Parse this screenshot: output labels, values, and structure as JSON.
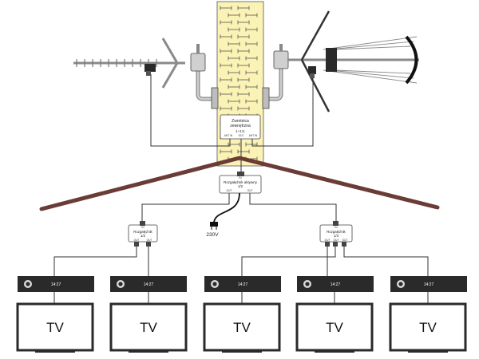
{
  "combiner": {
    "title_line1": "Zwrotnica",
    "title_line2": "zewnętrzna",
    "ratio": "1+1/1",
    "port_left": "ANT IN",
    "port_mid": "OUT",
    "port_right": "ANT IN"
  },
  "active_splitter": {
    "label": "Rozgałęźnik aktywny",
    "ratio": "1/2",
    "port_in": "IN",
    "port_out_left": "OUT",
    "port_out_right": "OUT"
  },
  "left_splitter": {
    "label": "Rozgałęźnik",
    "ratio": "1/2",
    "port_in": "IN",
    "port_out_left": "OUT",
    "port_out_right": "OUT"
  },
  "right_splitter": {
    "label": "Rozgałęźnik",
    "ratio": "1/3",
    "port_in": "IN",
    "port_out_left": "OUT",
    "port_out_mid": "OUT",
    "port_out_right": "OUT"
  },
  "power": {
    "voltage": "230V"
  },
  "receivers": [
    {
      "time": "14:27",
      "tv_label": "TV"
    },
    {
      "time": "14:27",
      "tv_label": "TV"
    },
    {
      "time": "14:27",
      "tv_label": "TV"
    },
    {
      "time": "14:27",
      "tv_label": "TV"
    },
    {
      "time": "14:27",
      "tv_label": "TV"
    }
  ],
  "colors": {
    "wall": "#fbf3b5",
    "roof": "#6b3c36",
    "cable": "#333333",
    "receiver": "#2a2a2a",
    "antenna_metal": "#9a9a9a"
  }
}
